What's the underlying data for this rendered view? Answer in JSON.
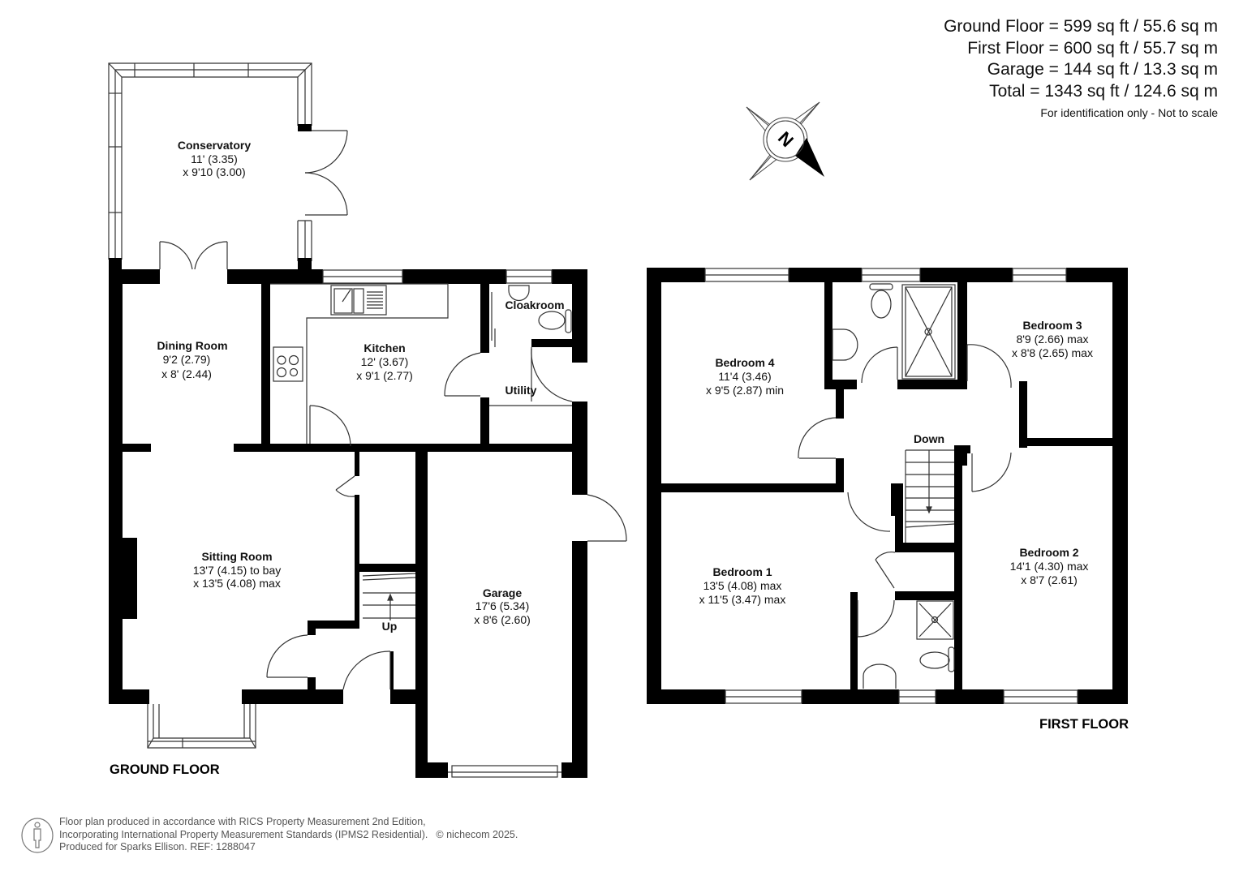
{
  "area_summary": {
    "lines": [
      "Ground Floor = 599 sq ft / 55.6 sq m",
      "First Floor = 600 sq ft / 55.7 sq m",
      "Garage = 144 sq ft / 13.3 sq m",
      "Total = 1343 sq ft / 124.6 sq m"
    ],
    "note": "For identification only - Not to scale"
  },
  "compass": {
    "icon": "compass-north-icon",
    "label": "N"
  },
  "ground_floor": {
    "label": "GROUND FLOOR",
    "rooms": [
      {
        "name": "Conservatory",
        "dim1": "11' (3.35)",
        "dim2": "x 9'10 (3.00)"
      },
      {
        "name": "Dining Room",
        "dim1": "9'2 (2.79)",
        "dim2": "x 8' (2.44)"
      },
      {
        "name": "Kitchen",
        "dim1": "12' (3.67)",
        "dim2": "x 9'1 (2.77)"
      },
      {
        "name": "Cloakroom"
      },
      {
        "name": "Utility"
      },
      {
        "name": "Sitting Room",
        "dim1": "13'7 (4.15) to bay",
        "dim2": "x 13'5 (4.08) max"
      },
      {
        "name": "Garage",
        "dim1": "17'6 (5.34)",
        "dim2": "x 8'6 (2.60)"
      }
    ],
    "stairs_label": "Up"
  },
  "first_floor": {
    "label": "FIRST FLOOR",
    "rooms": [
      {
        "name": "Bedroom 4",
        "dim1": "11'4 (3.46)",
        "dim2": "x 9'5 (2.87) min"
      },
      {
        "name": "Bedroom 3",
        "dim1": "8'9 (2.66) max",
        "dim2": "x 8'8 (2.65) max"
      },
      {
        "name": "Bedroom 1",
        "dim1": "13'5 (4.08) max",
        "dim2": "x 11'5 (3.47) max"
      },
      {
        "name": "Bedroom 2",
        "dim1": "14'1 (4.30) max",
        "dim2": "x 8'7 (2.61)"
      }
    ],
    "stairs_label": "Down"
  },
  "footer": {
    "icon": "person-scale-icon",
    "lines": [
      "Floor plan produced in accordance with RICS Property Measurement 2nd Edition,",
      "Incorporating International Property Measurement Standards (IPMS2 Residential).",
      "Produced for Sparks Ellison.   REF: 1288047"
    ],
    "copyright": "© nichecom 2025."
  },
  "colors": {
    "wall": "#000000",
    "line": "#333333",
    "background": "#ffffff"
  }
}
